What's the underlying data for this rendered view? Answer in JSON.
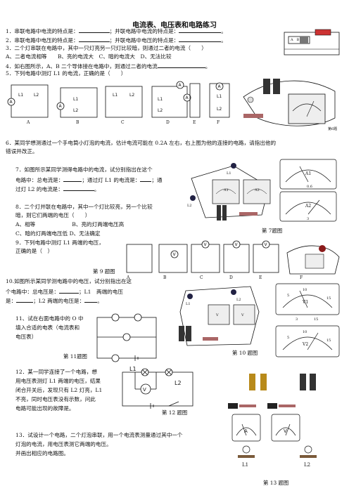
{
  "title": "电流表、电压表和电路练习",
  "q1": {
    "a": "1．串联电路中电流的特点是：",
    "b": "；并联电路中电流的特点是：",
    "c": "。"
  },
  "q2": {
    "a": "2．串联电路中电压的特点是：",
    "b": "；并联电路中电压的特点是：",
    "c": "。"
  },
  "q3": {
    "stem": "3．二个灯串联在电路中，其中一只灯亮另一只灯比较暗，则通过二者的电流（　　）",
    "opts": "A、二者电流相等　　B、亮的电流大　C、暗的电流大　D、无法比较"
  },
  "q4": {
    "a": "4．如右图所示，A、B 二个导体接在电路中，则通过二者的电流",
    "c": "。"
  },
  "q5": {
    "stem": "5．下列电路中测灯 L1 的电流，正确的是（　　）"
  },
  "q5_labels": {
    "A": "A",
    "B": "B",
    "C": "C",
    "D": "D",
    "E": "E",
    "F": "F"
  },
  "fig5": "第6题",
  "q6": {
    "l1": "6．某同学想测通过一个手电筒小灯泡的电流，估计电流可能在 0.2A 左右，右上图为他的连接的电路，请指出他的",
    "l2": "错误并改正。"
  },
  "q7": {
    "l1": "7．如图所示某同学测得电路中的电流，试分别指出在这个",
    "l2a": "电路中：总电流是：",
    "l2b": "；通过灯 L1 的电流是：",
    "l2c": "；通",
    "l3a": "过灯 L2 的电流是：",
    "l3c": "。"
  },
  "fig7": "第 7题图",
  "q8": {
    "l1": "8．二个灯并联在电路中，其中一个灯比较亮，另一个比较",
    "l2": "暗，则它们两端的电压（　　）",
    "l3a": "A、相等",
    "l3b": "B、亮的灯两端电压高",
    "l4": "C、暗的灯两端电压低  D、无法确定"
  },
  "q9": {
    "l1": "9．下列电路中测灯 L1 两端的电压，",
    "l2": "正确的是（　）"
  },
  "fig9": "第 9 题图",
  "q10": {
    "l1": "10.如图所示某同学测电路中的电压，试分别指出在这",
    "l2a": "个电路中：总电压是：",
    "l2b": "；L1　两端的电压",
    "l3a": "是：",
    "l3b": "；L2 两端的电压是：",
    "l3c": "。"
  },
  "fig10": "第 10 题图",
  "q11": {
    "l1": "11、试在右面电路中的 O 中",
    "l2": "填入合适的电表（电流表和",
    "l3": "电压表）"
  },
  "fig11": "第 11题图",
  "q12": {
    "l1": "12．某一同学连接了一个电路，想",
    "l2": "用电压表测灯 L1 两端的电压，结果",
    "l3": "闭合开关后，发现只有 L2 灯亮，L1",
    "l4": "不亮，同时电压表没有示数，问此",
    "l5": "电路可能出现的故障是。"
  },
  "fig12": "第 12 题图",
  "q13": {
    "l1": "13．试设计一个电路，二个灯泡串联，用一个电流表测量通过其中一个",
    "l2": "灯泡的电流，用电压表测它两端的电压。",
    "l3": "并画出相应的电路图。"
  },
  "fig13": "第 13 题图",
  "meter_labels": {
    "amp": "A",
    "volt": "V",
    "l1": "L1",
    "l2": "L2",
    "ab": "A　B",
    "a1": "A1",
    "a2": "A2",
    "v1": "V1",
    "v2": "V2",
    "s06": "0.6",
    "s3": "3",
    "s15": "15",
    "n5": "5",
    "n10": "10"
  }
}
